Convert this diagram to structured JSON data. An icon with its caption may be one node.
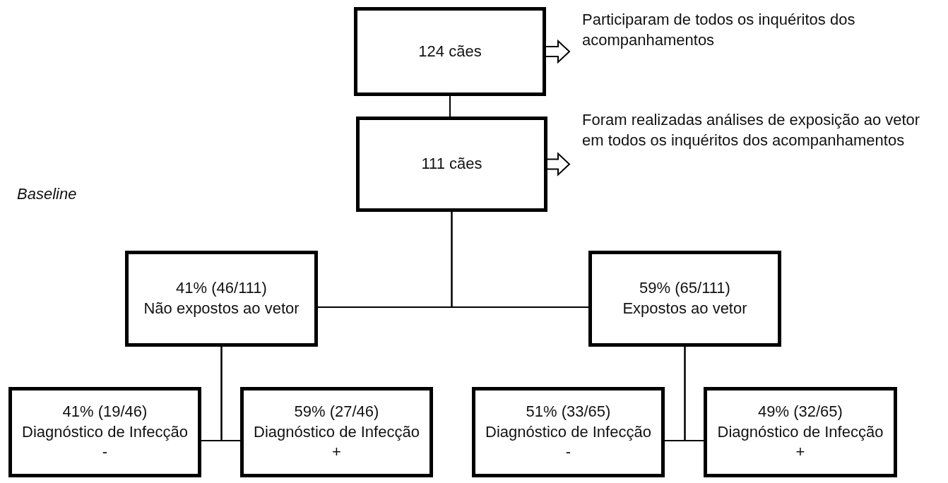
{
  "diagram": {
    "nodes": [
      {
        "text": [
          "124 cães"
        ]
      },
      {
        "text": [
          "Participaram de todos os inquéritos dos acompanhamentos"
        ]
      },
      {
        "text": [
          "111 cães"
        ]
      },
      {
        "text": [
          "Foram realizadas análises de exposição ao vetor em todos os inquéritos dos acompanhamentos"
        ]
      },
      {
        "text": [
          "41% (46/111)",
          "Não expostos ao vetor"
        ]
      },
      {
        "text": [
          "59% (65/111)",
          "Expostos ao vetor"
        ]
      },
      {
        "text": [
          "41% (19/46)",
          "Diagnóstico de Infecção -"
        ]
      },
      {
        "text": [
          "59% (27/46)",
          "Diagnóstico de Infecção +"
        ]
      },
      {
        "text": [
          "51% (33/65)",
          "Diagnóstico de Infecção -"
        ]
      },
      {
        "text": [
          "49% (32/65)",
          "Diagnóstico de Infecção +"
        ]
      }
    ],
    "edges": [
      {
        "from": 0,
        "to": 1,
        "arrow": "to",
        "style": "thick"
      },
      {
        "from": 0,
        "to": 2,
        "arrow": "none"
      },
      {
        "from": 2,
        "to": 3,
        "arrow": "to",
        "style": "thick"
      },
      {
        "from": 2,
        "to": 4,
        "arrow": "none"
      },
      {
        "from": 2,
        "to": 5,
        "arrow": "none"
      },
      {
        "from": 4,
        "to": 6,
        "arrow": "none"
      },
      {
        "from": 4,
        "to": 7,
        "arrow": "none"
      },
      {
        "from": 5,
        "to": 8,
        "arrow": "none"
      },
      {
        "from": 5,
        "to": 9,
        "arrow": "none"
      }
    ],
    "labels": [
      "Baseline"
    ]
  }
}
